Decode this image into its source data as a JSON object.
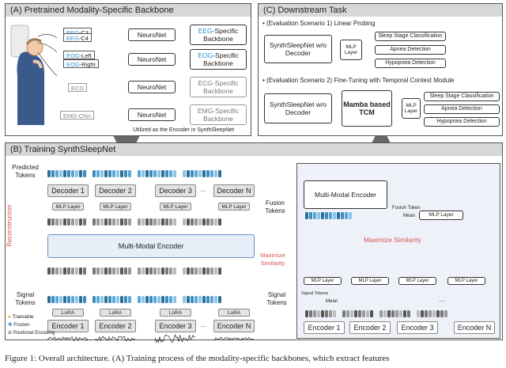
{
  "colors": {
    "accent_blue": "#2f8fd0",
    "similarity_red": "#d9534f",
    "panel_header": "#d7d7d7",
    "box_gray": "#e3e3e3"
  },
  "panelA": {
    "title": "(A) Pretrained Modality-Specific Backbone",
    "channels": [
      {
        "prefix": "EEG",
        "suffix": "-C3"
      },
      {
        "prefix": "EEG",
        "suffix": "-C4"
      },
      {
        "prefix": "EOG",
        "suffix": "-Left"
      },
      {
        "prefix": "EOG",
        "suffix": "-Right"
      },
      {
        "prefix": "",
        "suffix": "ECG"
      },
      {
        "prefix": "",
        "suffix": "EMG-Chin"
      }
    ],
    "neuronet": "NeuroNet",
    "backbones": [
      {
        "prefix": "EEG",
        "suffix": "-Specific Backbone"
      },
      {
        "prefix": "EOG",
        "suffix": "-Specific Backbone"
      },
      {
        "prefix": "ECG",
        "suffix": "-Specific Backbone"
      },
      {
        "prefix": "EMG",
        "suffix": "-Specific Backbone"
      }
    ],
    "note": "Utilized as the Encoder in SynthSleepNet"
  },
  "panelC": {
    "title": "(C) Downstream Task",
    "scenario1": "(Evaluation Scenario 1) Linear Probing",
    "scenario2": "(Evaluation Scenario 2) Fine-Tuning with Temporal Context Module",
    "model": "SynthSleepNet w/o Decoder",
    "mlp": "MLP Layer",
    "tcm": "Mamba based TCM",
    "tasks": [
      "Sleep Stage Classification",
      "Apnea Detection",
      "Hypopnea Detection"
    ]
  },
  "panelB": {
    "title": "(B) Training SynthSleepNet",
    "predicted_tokens": "Predicted Tokens",
    "signal_tokens": "Signal Tokens",
    "fusion_tokens": "Fusion Tokens",
    "reconstruction": "Reconstruction",
    "maximize_similarity": "Maximize Similarity",
    "decoders": [
      "Decoder 1",
      "Decoder 2",
      "Decoder 3",
      "Decoder N"
    ],
    "encoders": [
      "Encoder 1",
      "Encoder 2",
      "Encoder 3",
      "Encoder N"
    ],
    "mlp": "MLP Layer",
    "lora": "LoRA",
    "mm_encoder": "Multi-Modal Encoder",
    "ellipsis": "···",
    "legend": [
      "Trainable",
      "Frozen",
      "Positional Encoding"
    ],
    "inset": {
      "mm_encoder": "Multi-Modal Encoder",
      "fusion_token": "Fusion Token",
      "mean": "Mean",
      "mlp": "MLP Layer",
      "maximize": "Maximize Similarity",
      "signal_tokens": "Signal Tokens",
      "encoders": [
        "Encoder 1",
        "Encoder 2",
        "Encoder 3",
        "Encoder N"
      ]
    }
  },
  "caption": "Figure 1: Overall architecture. (A) Training process of the modality-specific backbones, which extract features"
}
